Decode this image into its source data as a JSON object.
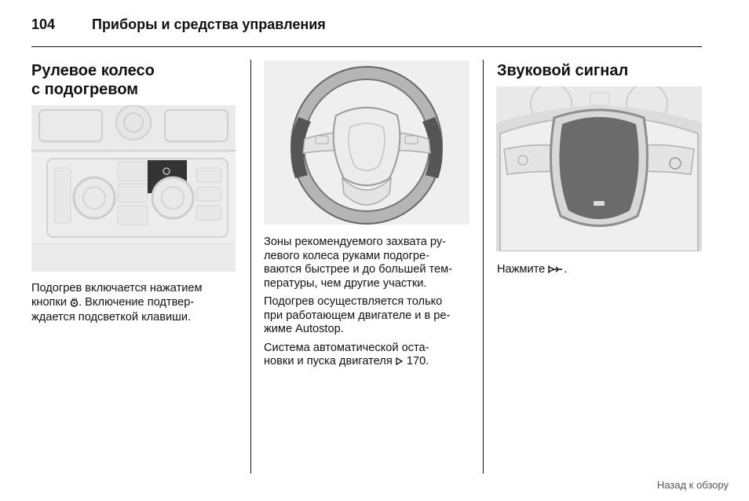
{
  "header": {
    "page_number": "104",
    "title": "Приборы и средства управления"
  },
  "col1": {
    "heading_line1": "Рулевое колесо",
    "heading_line2": "с подогревом",
    "para1": [
      "Подогрев включается нажатием",
      "кнопки ",
      ". Включение подтвер-",
      "ждается подсветкой клавиши."
    ]
  },
  "col2": {
    "para1": [
      "Зоны рекомендуемого захвата ру-",
      "левого колеса руками подогре-",
      "ваются быстрее и до большей тем-",
      "пературы, чем другие участки."
    ],
    "para2": [
      "Подогрев осуществляется только",
      "при работающем двигателе и в ре-",
      "жиме Autostop."
    ],
    "para3": [
      "Система автоматической оста-",
      "новки и пуска двигателя ",
      " 170."
    ]
  },
  "col3": {
    "heading": "Звуковой сигнал",
    "text_before": "Нажмите ",
    "text_after": "."
  },
  "footer": {
    "back_link": "Назад к обзору"
  },
  "icons": {
    "heated_wheel": "heated-steering-wheel-icon",
    "reference_arrow": "reference-arrow-icon",
    "horn": "horn-icon"
  }
}
